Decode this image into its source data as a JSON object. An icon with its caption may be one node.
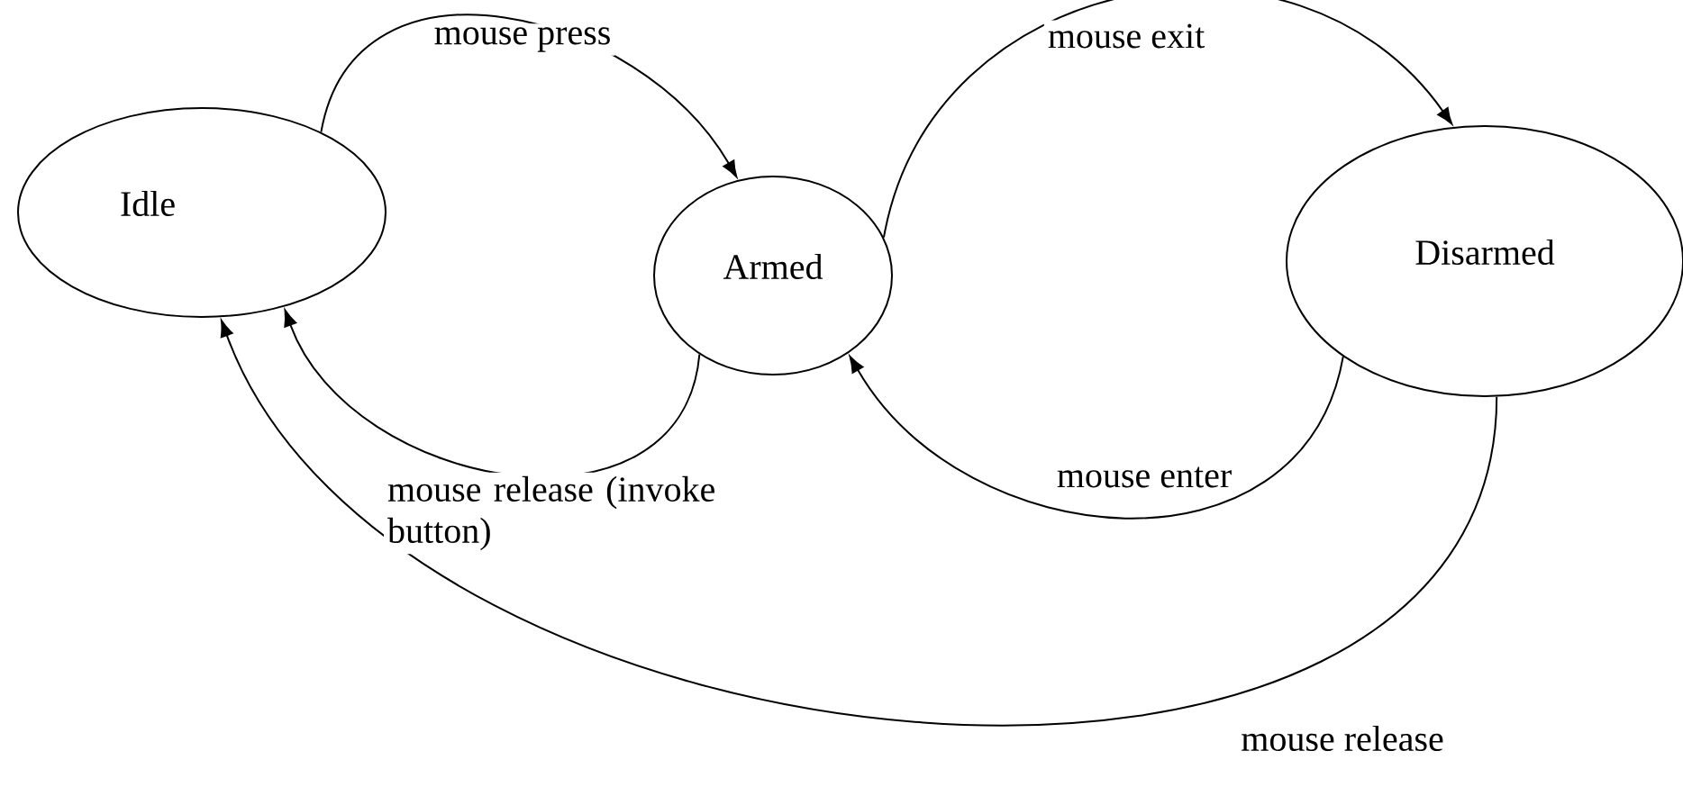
{
  "diagram": {
    "nodes": [
      {
        "text": [
          "Idle"
        ]
      },
      {
        "text": [
          "Armed"
        ]
      },
      {
        "text": [
          "Disarmed"
        ]
      }
    ],
    "edges": [
      {
        "from": 0,
        "to": 1,
        "arrow": "to",
        "label": "mouse press"
      },
      {
        "from": 1,
        "to": 0,
        "arrow": "to",
        "label": "mouse release (invoke button)"
      },
      {
        "from": 1,
        "to": 2,
        "arrow": "to",
        "label": "mouse exit"
      },
      {
        "from": 2,
        "to": 1,
        "arrow": "to",
        "label": "mouse enter"
      },
      {
        "from": 2,
        "to": 0,
        "arrow": "to",
        "label": "mouse release"
      }
    ]
  }
}
